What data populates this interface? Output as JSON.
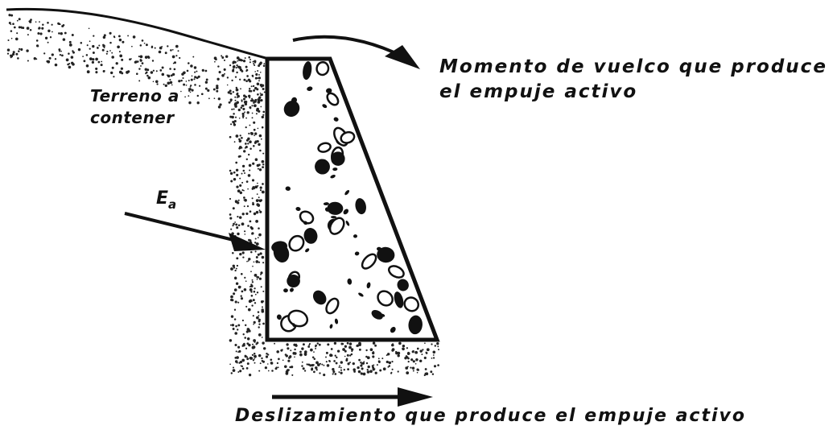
{
  "labels": {
    "soil_line1": "Terreno a",
    "soil_line2": "contener",
    "overturning_line1": "Momento de vuelco que produce",
    "overturning_line2": "el  empuje  activo",
    "sliding": "Deslizamiento  que produce  el empuje  activo",
    "thrust_symbol": "E",
    "thrust_subscript": "a"
  },
  "colors": {
    "ink": "#111111",
    "background": "#ffffff"
  }
}
